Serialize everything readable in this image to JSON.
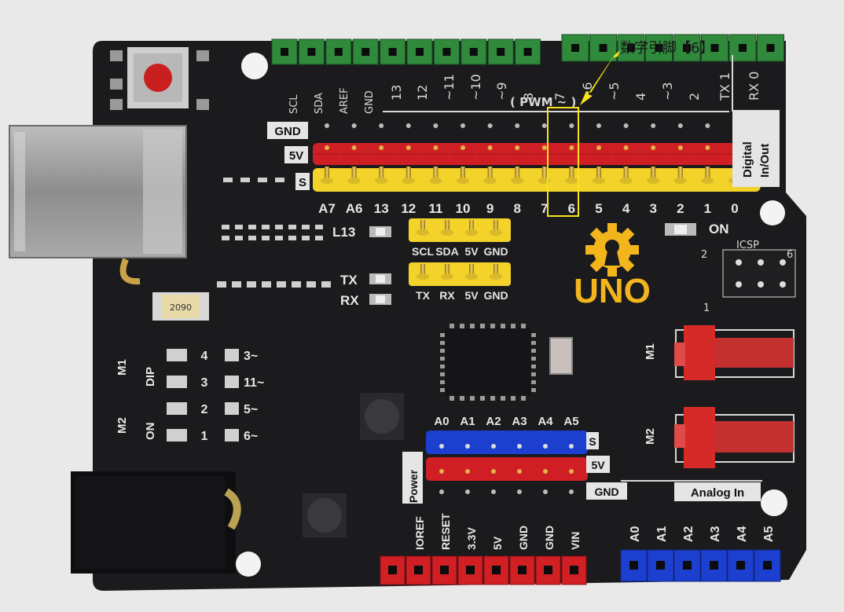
{
  "annotation": {
    "text": "数字引脚【6】",
    "highlight_pin": "6",
    "color": "#f7e21a"
  },
  "colors": {
    "board": "#1b1b1d",
    "red": "#cf1f24",
    "yellow": "#f3d22a",
    "blue": "#1d3fd0",
    "green": "#2f8a3c",
    "logo": "#f2b51c"
  },
  "top_header": {
    "labels": [
      "SCL",
      "SDA",
      "AREF",
      "GND",
      "13",
      "12",
      "~11",
      "~10",
      "~9",
      "8",
      "7",
      "~6",
      "~5",
      "4",
      "~3",
      "2",
      "TX 1",
      "RX 0"
    ],
    "pwm_label": "( PWM ~ )"
  },
  "rail_tags": {
    "gnd": "GND",
    "v5": "5V",
    "s": "S"
  },
  "digital_pins": [
    "A7",
    "A6",
    "13",
    "12",
    "11",
    "10",
    "9",
    "8",
    "7",
    "6",
    "5",
    "4",
    "3",
    "2",
    "1",
    "0"
  ],
  "digital_inout": "Digital In/Out",
  "led_labels": {
    "l13": "L13",
    "tx": "TX",
    "rx": "RX",
    "on": "ON"
  },
  "i2c_header": [
    "SCL",
    "SDA",
    "5V",
    "GND"
  ],
  "uart_header": [
    "TX",
    "RX",
    "5V",
    "GND"
  ],
  "logo_text": "UNO",
  "icsp": {
    "label": "ICSP",
    "n2": "2",
    "n6": "6",
    "n1": "1"
  },
  "motor_labels": [
    "M1",
    "M2"
  ],
  "dip": {
    "m1": "M1",
    "m2": "M2",
    "dip": "DIP",
    "on": "ON",
    "numbers": [
      "4",
      "3",
      "2",
      "1"
    ],
    "pins": [
      "3~",
      "11~",
      "5~",
      "6~"
    ]
  },
  "analog_header": [
    "A0",
    "A1",
    "A2",
    "A3",
    "A4",
    "A5"
  ],
  "analog_rails": {
    "s": "S",
    "v5": "5V",
    "gnd": "GND"
  },
  "power_label": "Power",
  "power_pins": [
    "IOREF",
    "RESET",
    "3.3V",
    "5V",
    "GND",
    "GND",
    "VIN"
  ],
  "analog_in": {
    "label": "Analog In",
    "pins": [
      "A0",
      "A1",
      "A2",
      "A3",
      "A4",
      "A5"
    ]
  },
  "crystal_label": "2090"
}
